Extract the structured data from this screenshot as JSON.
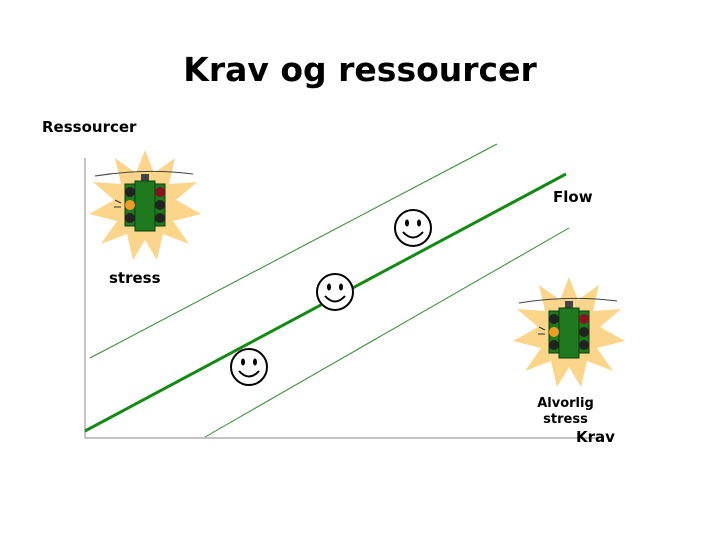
{
  "title": "Krav og ressourcer",
  "axes": {
    "y_label": "Ressourcer",
    "x_label": "Krav"
  },
  "zones": {
    "flow_label": "Flow",
    "stress_label": "stress",
    "severe_stress_label_line1": "Alvorlig",
    "severe_stress_label_line2": "stress"
  },
  "icons": {
    "smiley": "smiley-face-icon",
    "traffic_light": "traffic-light-icon"
  },
  "colors": {
    "flow_line": "#138a13",
    "band_line": "#2e8b2e",
    "burst": "#fbd58a",
    "light_housing": "#1f7a1f"
  }
}
